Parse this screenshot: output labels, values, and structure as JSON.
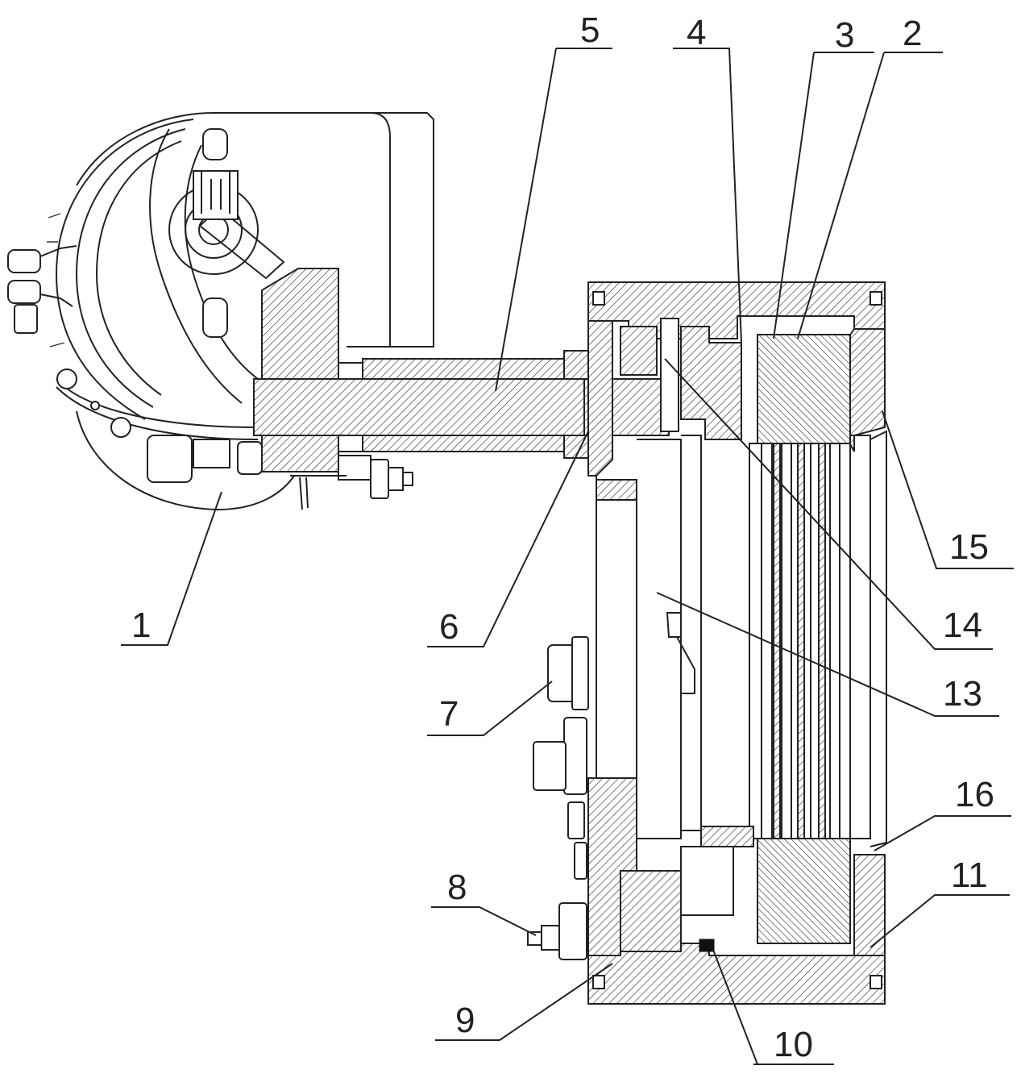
{
  "labels": {
    "l1": "1",
    "l2": "2",
    "l3": "3",
    "l4": "4",
    "l5": "5",
    "l6": "6",
    "l7": "7",
    "l8": "8",
    "l9": "9",
    "l10": "10",
    "l11": "11",
    "l13": "13",
    "l14": "14",
    "l15": "15",
    "l16": "16"
  }
}
